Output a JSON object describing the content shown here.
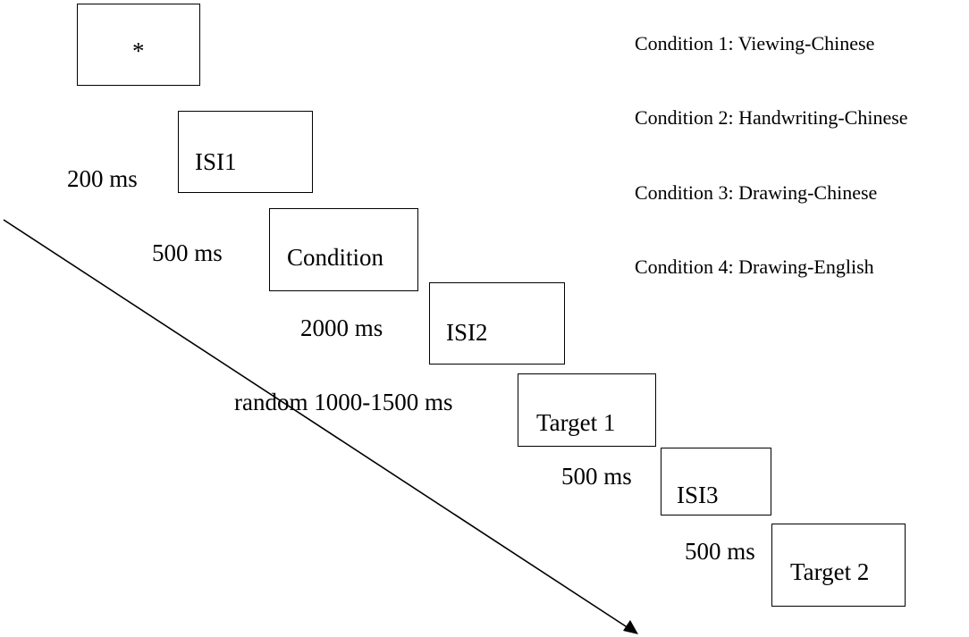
{
  "screens": [
    {
      "id": "fixation",
      "text": "*"
    },
    {
      "id": "isi1",
      "text": "ISI1"
    },
    {
      "id": "condition",
      "text": "Condition"
    },
    {
      "id": "isi2",
      "text": "ISI2"
    },
    {
      "id": "target1",
      "text": "Target 1"
    },
    {
      "id": "isi3",
      "text": "ISI3"
    },
    {
      "id": "target2",
      "text": "Target 2"
    }
  ],
  "durations": [
    "200 ms",
    "500 ms",
    "2000 ms",
    "random 1000-1500 ms",
    "500 ms",
    "500 ms"
  ],
  "conditions": [
    "Condition 1: Viewing-Chinese",
    "Condition 2: Handwriting-Chinese",
    "Condition 3: Drawing-Chinese",
    "Condition 4: Drawing-English"
  ]
}
